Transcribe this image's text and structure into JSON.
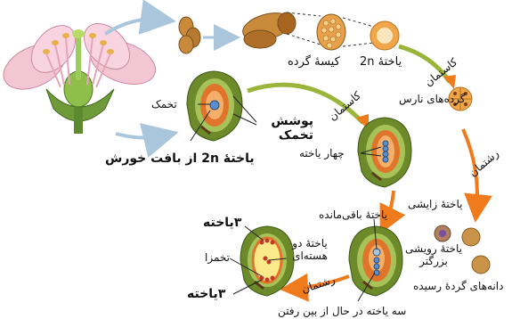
{
  "labels": {
    "pollen_sac": "کیسهٔ گرده",
    "cell_2n_top": "یاختهٔ 2n",
    "meiosis_1": "کاستمان",
    "immature_pollen": "گرده‌های نارس",
    "ovule": "تخمک",
    "integument": "پوشش تخمک",
    "cell_2n_nucellus": "یاختهٔ 2n از بافت خورش",
    "meiosis_2": "کاستمان",
    "four_cells": "چهار یاخته",
    "mitosis_pollen": "رشتمان",
    "generative_cell": "یاختهٔ زایشی",
    "vegetative_cell": "یاختهٔ رویشی بزرگتر",
    "mature_pollen": "دانه‌های گردهٔ رسیده",
    "remaining_cell": "یاختهٔ باقی‌مانده",
    "dying_cells": "سه یاخته در حال از بین رفتن",
    "mitosis_ovule": "رشتمان",
    "three_cells_top": "۳یاخته",
    "egg": "تخمزا",
    "binucleate_cell": "یاختهٔ دو هسته‌ای",
    "three_cells_bottom": "۳یاخته"
  },
  "colors": {
    "orange_arrow": "#f07b1c",
    "green_arrow": "#9ab53a",
    "blue_arrow": "#a9c6dc",
    "ovule_green": "#6c8a2a",
    "orange_tissue": "#e0742a",
    "petal_pink": "#f3c6d4",
    "pollen_brown": "#c98a3c",
    "nucleus_blue": "#5a8fd0"
  }
}
